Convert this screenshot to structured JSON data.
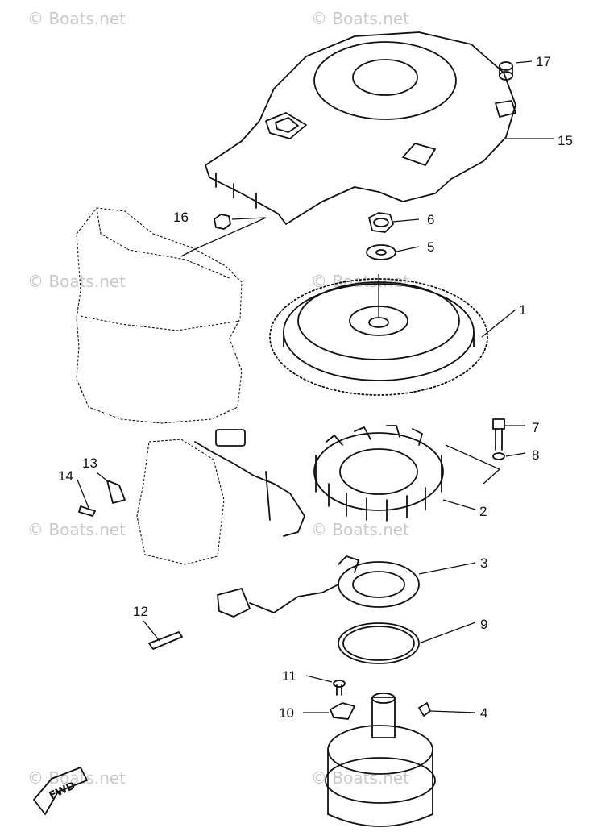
{
  "watermark": "© Boats.net",
  "fwd_label": "FWD",
  "callouts": {
    "c1": "1",
    "c2": "2",
    "c3": "3",
    "c4": "4",
    "c5": "5",
    "c6": "6",
    "c7": "7",
    "c8": "8",
    "c9": "9",
    "c10": "10",
    "c11": "11",
    "c12": "12",
    "c13": "13",
    "c14": "14",
    "c15": "15",
    "c16": "16",
    "c17": "17"
  }
}
